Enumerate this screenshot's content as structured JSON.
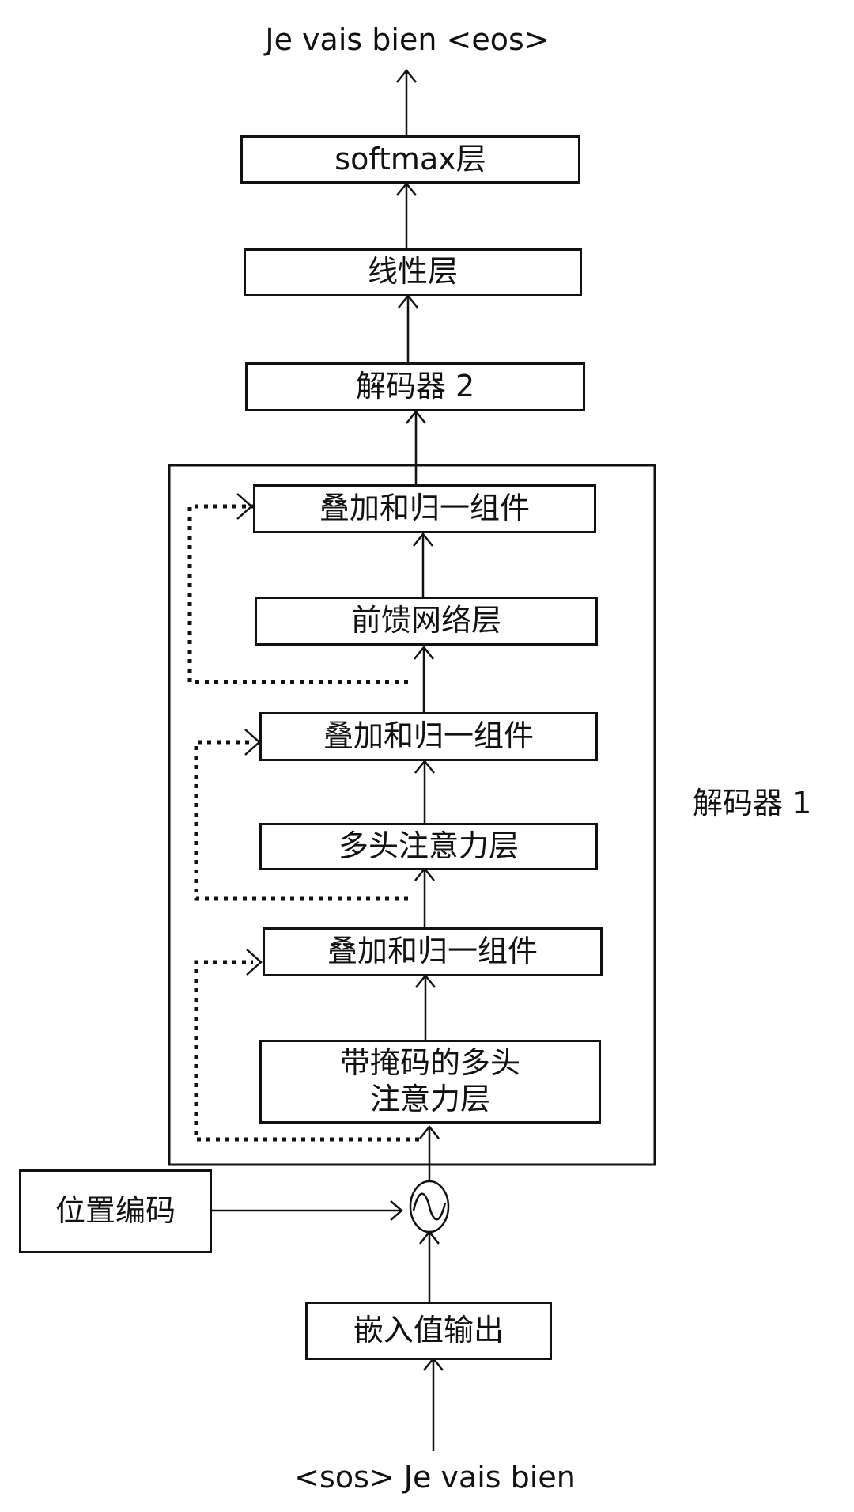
{
  "diagram": {
    "type": "transformer-decoder-flow",
    "output_text": "Je vais bien <eos>",
    "input_text": "<sos> Je vais bien",
    "decoder1_label": "解码器 1",
    "nodes": {
      "softmax": "softmax层",
      "linear": "线性层",
      "decoder2": "解码器 2",
      "add_norm_3": "叠加和归一组件",
      "feed_forward": "前馈网络层",
      "add_norm_2": "叠加和归一组件",
      "multi_head_attention": "多头注意力层",
      "add_norm_1": "叠加和归一组件",
      "masked_attention_line1": "带掩码的多头",
      "masked_attention_line2": "注意力层",
      "positional_encoding": "位置编码",
      "embedding_output": "嵌入值输出"
    },
    "sum_operator_icon": "sine-wave-circle",
    "edges": [
      {
        "from": "input_text",
        "to": "embedding_output",
        "style": "solid"
      },
      {
        "from": "embedding_output",
        "to": "sum_operator",
        "style": "solid"
      },
      {
        "from": "positional_encoding",
        "to": "sum_operator",
        "style": "solid"
      },
      {
        "from": "sum_operator",
        "to": "masked_attention",
        "style": "solid"
      },
      {
        "from": "sum_operator",
        "to": "add_norm_1",
        "style": "dotted",
        "note": "residual"
      },
      {
        "from": "masked_attention",
        "to": "add_norm_1",
        "style": "solid"
      },
      {
        "from": "add_norm_1",
        "to": "multi_head_attention",
        "style": "solid"
      },
      {
        "from": "add_norm_1",
        "to": "add_norm_2",
        "style": "dotted",
        "note": "residual"
      },
      {
        "from": "multi_head_attention",
        "to": "add_norm_2",
        "style": "solid"
      },
      {
        "from": "add_norm_2",
        "to": "feed_forward",
        "style": "solid"
      },
      {
        "from": "add_norm_2",
        "to": "add_norm_3",
        "style": "dotted",
        "note": "residual"
      },
      {
        "from": "feed_forward",
        "to": "add_norm_3",
        "style": "solid"
      },
      {
        "from": "add_norm_3",
        "to": "decoder2",
        "style": "solid"
      },
      {
        "from": "decoder2",
        "to": "linear",
        "style": "solid"
      },
      {
        "from": "linear",
        "to": "softmax",
        "style": "solid"
      },
      {
        "from": "softmax",
        "to": "output_text",
        "style": "solid"
      }
    ]
  }
}
